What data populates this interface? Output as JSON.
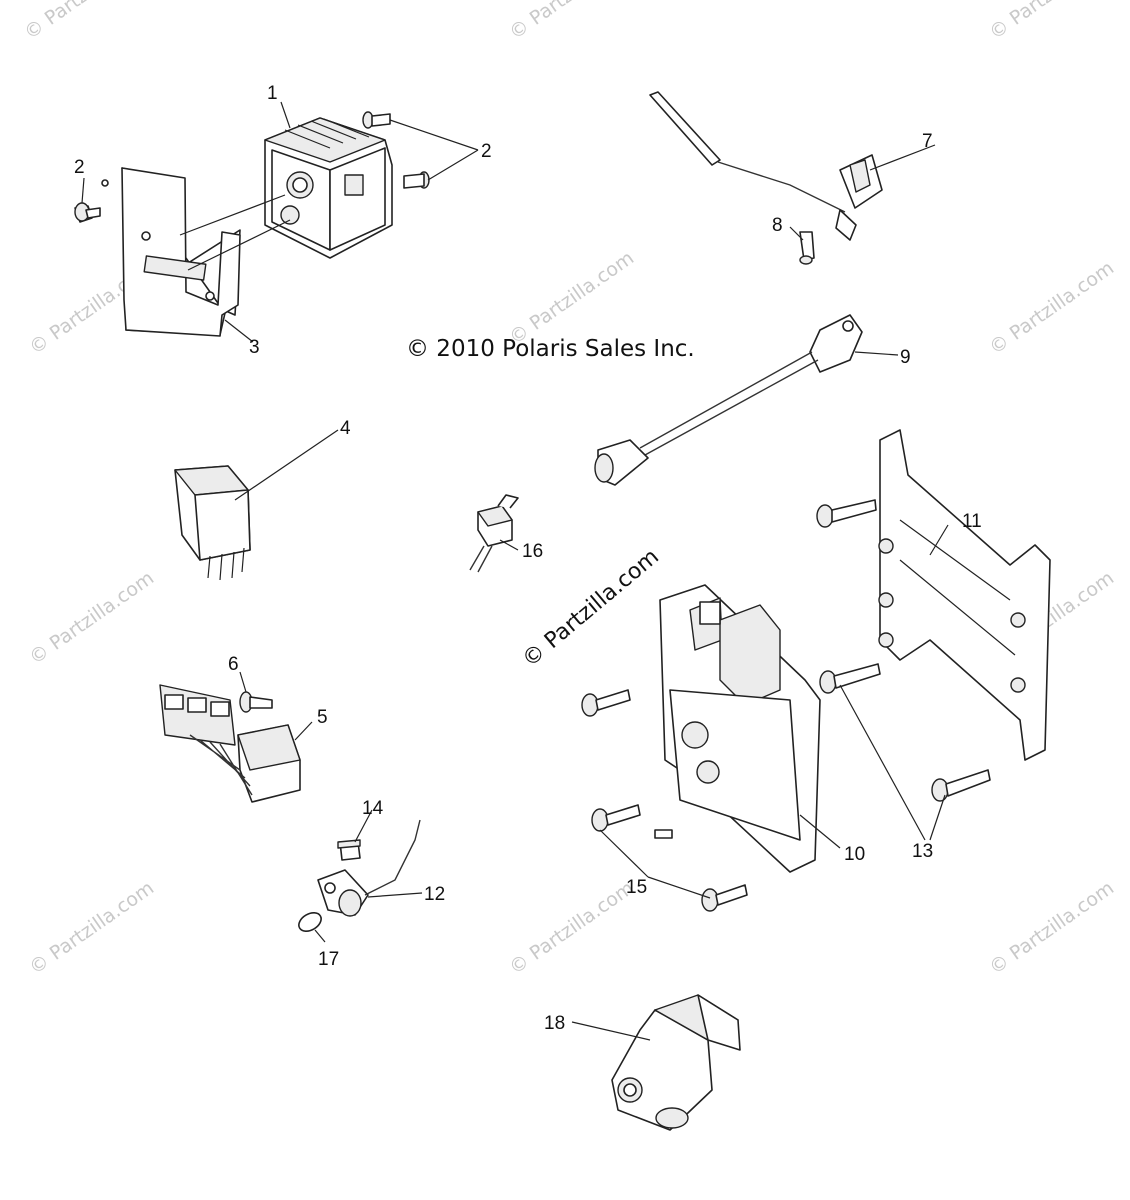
{
  "copyright": "© 2010 Polaris Sales Inc.",
  "watermark": {
    "small": "© Partzilla.com",
    "center": "© Partzilla.com"
  },
  "callouts": [
    "1",
    "2",
    "2",
    "3",
    "4",
    "5",
    "6",
    "7",
    "8",
    "9",
    "10",
    "11",
    "12",
    "13",
    "14",
    "15",
    "16",
    "17",
    "18"
  ]
}
